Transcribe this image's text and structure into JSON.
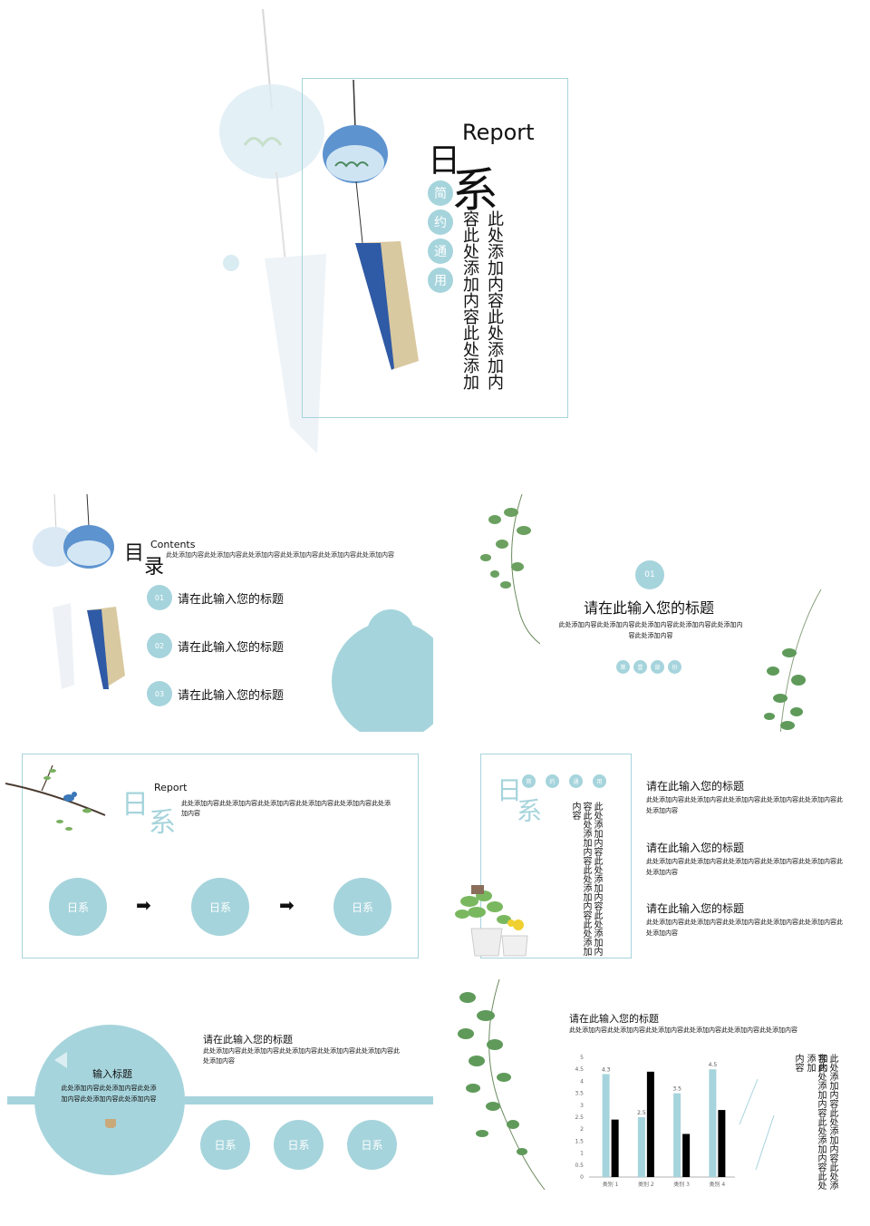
{
  "cover": {
    "title_ri": "日",
    "title_xi": "系",
    "report": "Report",
    "pills": [
      "简",
      "约",
      "通",
      "用"
    ],
    "col1": "此处添加内容此处添加内",
    "col2": "容此处添加内容此处添加"
  },
  "toc": {
    "mu": "目",
    "lu": "录",
    "contents": "Contents",
    "desc": "此处添加内容此处添加内容此处添加内容此处添加内容此处添加内容此处添加内容",
    "items": [
      {
        "num": "01",
        "label": "请在此输入您的标题"
      },
      {
        "num": "02",
        "label": "请在此输入您的标题"
      },
      {
        "num": "03",
        "label": "请在此输入您的标题"
      }
    ]
  },
  "section": {
    "num": "01",
    "title": "请在此输入您的标题",
    "desc": "此处添加内容此处添加内容此处添加内容此处添加内容此处添加内容此处添加内容",
    "tags": [
      "第",
      "壹",
      "部",
      "份"
    ]
  },
  "process": {
    "ri": "日",
    "xi": "系",
    "report": "Report",
    "desc": "此处添加内容此处添加内容此处添加内容此处添加内容此处添加内容此处添加内容",
    "circles": [
      "日系",
      "日系",
      "日系"
    ],
    "arrow": "➡"
  },
  "intro": {
    "ri": "日",
    "xi": "系",
    "pills": [
      "简",
      "约",
      "通",
      "用"
    ],
    "vcol1": "此处添加内容此处添加内容此处添加内",
    "vcol2": "容此处添加内容此处添加内容此处添加",
    "vcol3": "内容",
    "items": [
      {
        "title": "请在此输入您的标题",
        "desc": "此处添加内容此处添加内容此处添加内容此处添加内容此处添加内容此处添加内容"
      },
      {
        "title": "请在此输入您的标题",
        "desc": "此处添加内容此处添加内容此处添加内容此处添加内容此处添加内容此处添加内容"
      },
      {
        "title": "请在此输入您的标题",
        "desc": "此处添加内容此处添加内容此处添加内容此处添加内容此处添加内容此处添加内容"
      }
    ]
  },
  "circle_slide": {
    "big_title": "输入标题",
    "big_desc": "此处添加内容此处添加内容此处添加内容此处添加内容此处添加内容",
    "title": "请在此输入您的标题",
    "desc": "此处添加内容此处添加内容此处添加内容此处添加内容此处添加内容此处添加内容",
    "circles": [
      "日系",
      "日系",
      "日系"
    ]
  },
  "chart_slide": {
    "title": "请在此输入您的标题",
    "desc": "此处添加内容此处添加内容此处添加内容此处添加内容此处添加内容此处添加内容",
    "vcol1": "此处添加内容此处添加内容此处添加内",
    "vcol2": "容此处添加内容此处添加内容此处添加",
    "vcol3": "内容"
  },
  "chart_data": {
    "type": "bar",
    "categories": [
      "类别 1",
      "类别 2",
      "类别 3",
      "类别 4"
    ],
    "series": [
      {
        "values": [
          4.3,
          2.5,
          3.5,
          4.5
        ],
        "color": "#a6d4dc"
      },
      {
        "values": [
          2.4,
          4.4,
          1.8,
          2.8
        ],
        "color": "#000000"
      }
    ],
    "data_labels": [
      "4.3",
      "2.5",
      "3.5",
      "4.5"
    ],
    "yticks": [
      "0",
      "0.5",
      "1",
      "1.5",
      "2",
      "2.5",
      "3",
      "3.5",
      "4",
      "4.5",
      "5"
    ],
    "ylim": [
      0,
      5
    ]
  }
}
